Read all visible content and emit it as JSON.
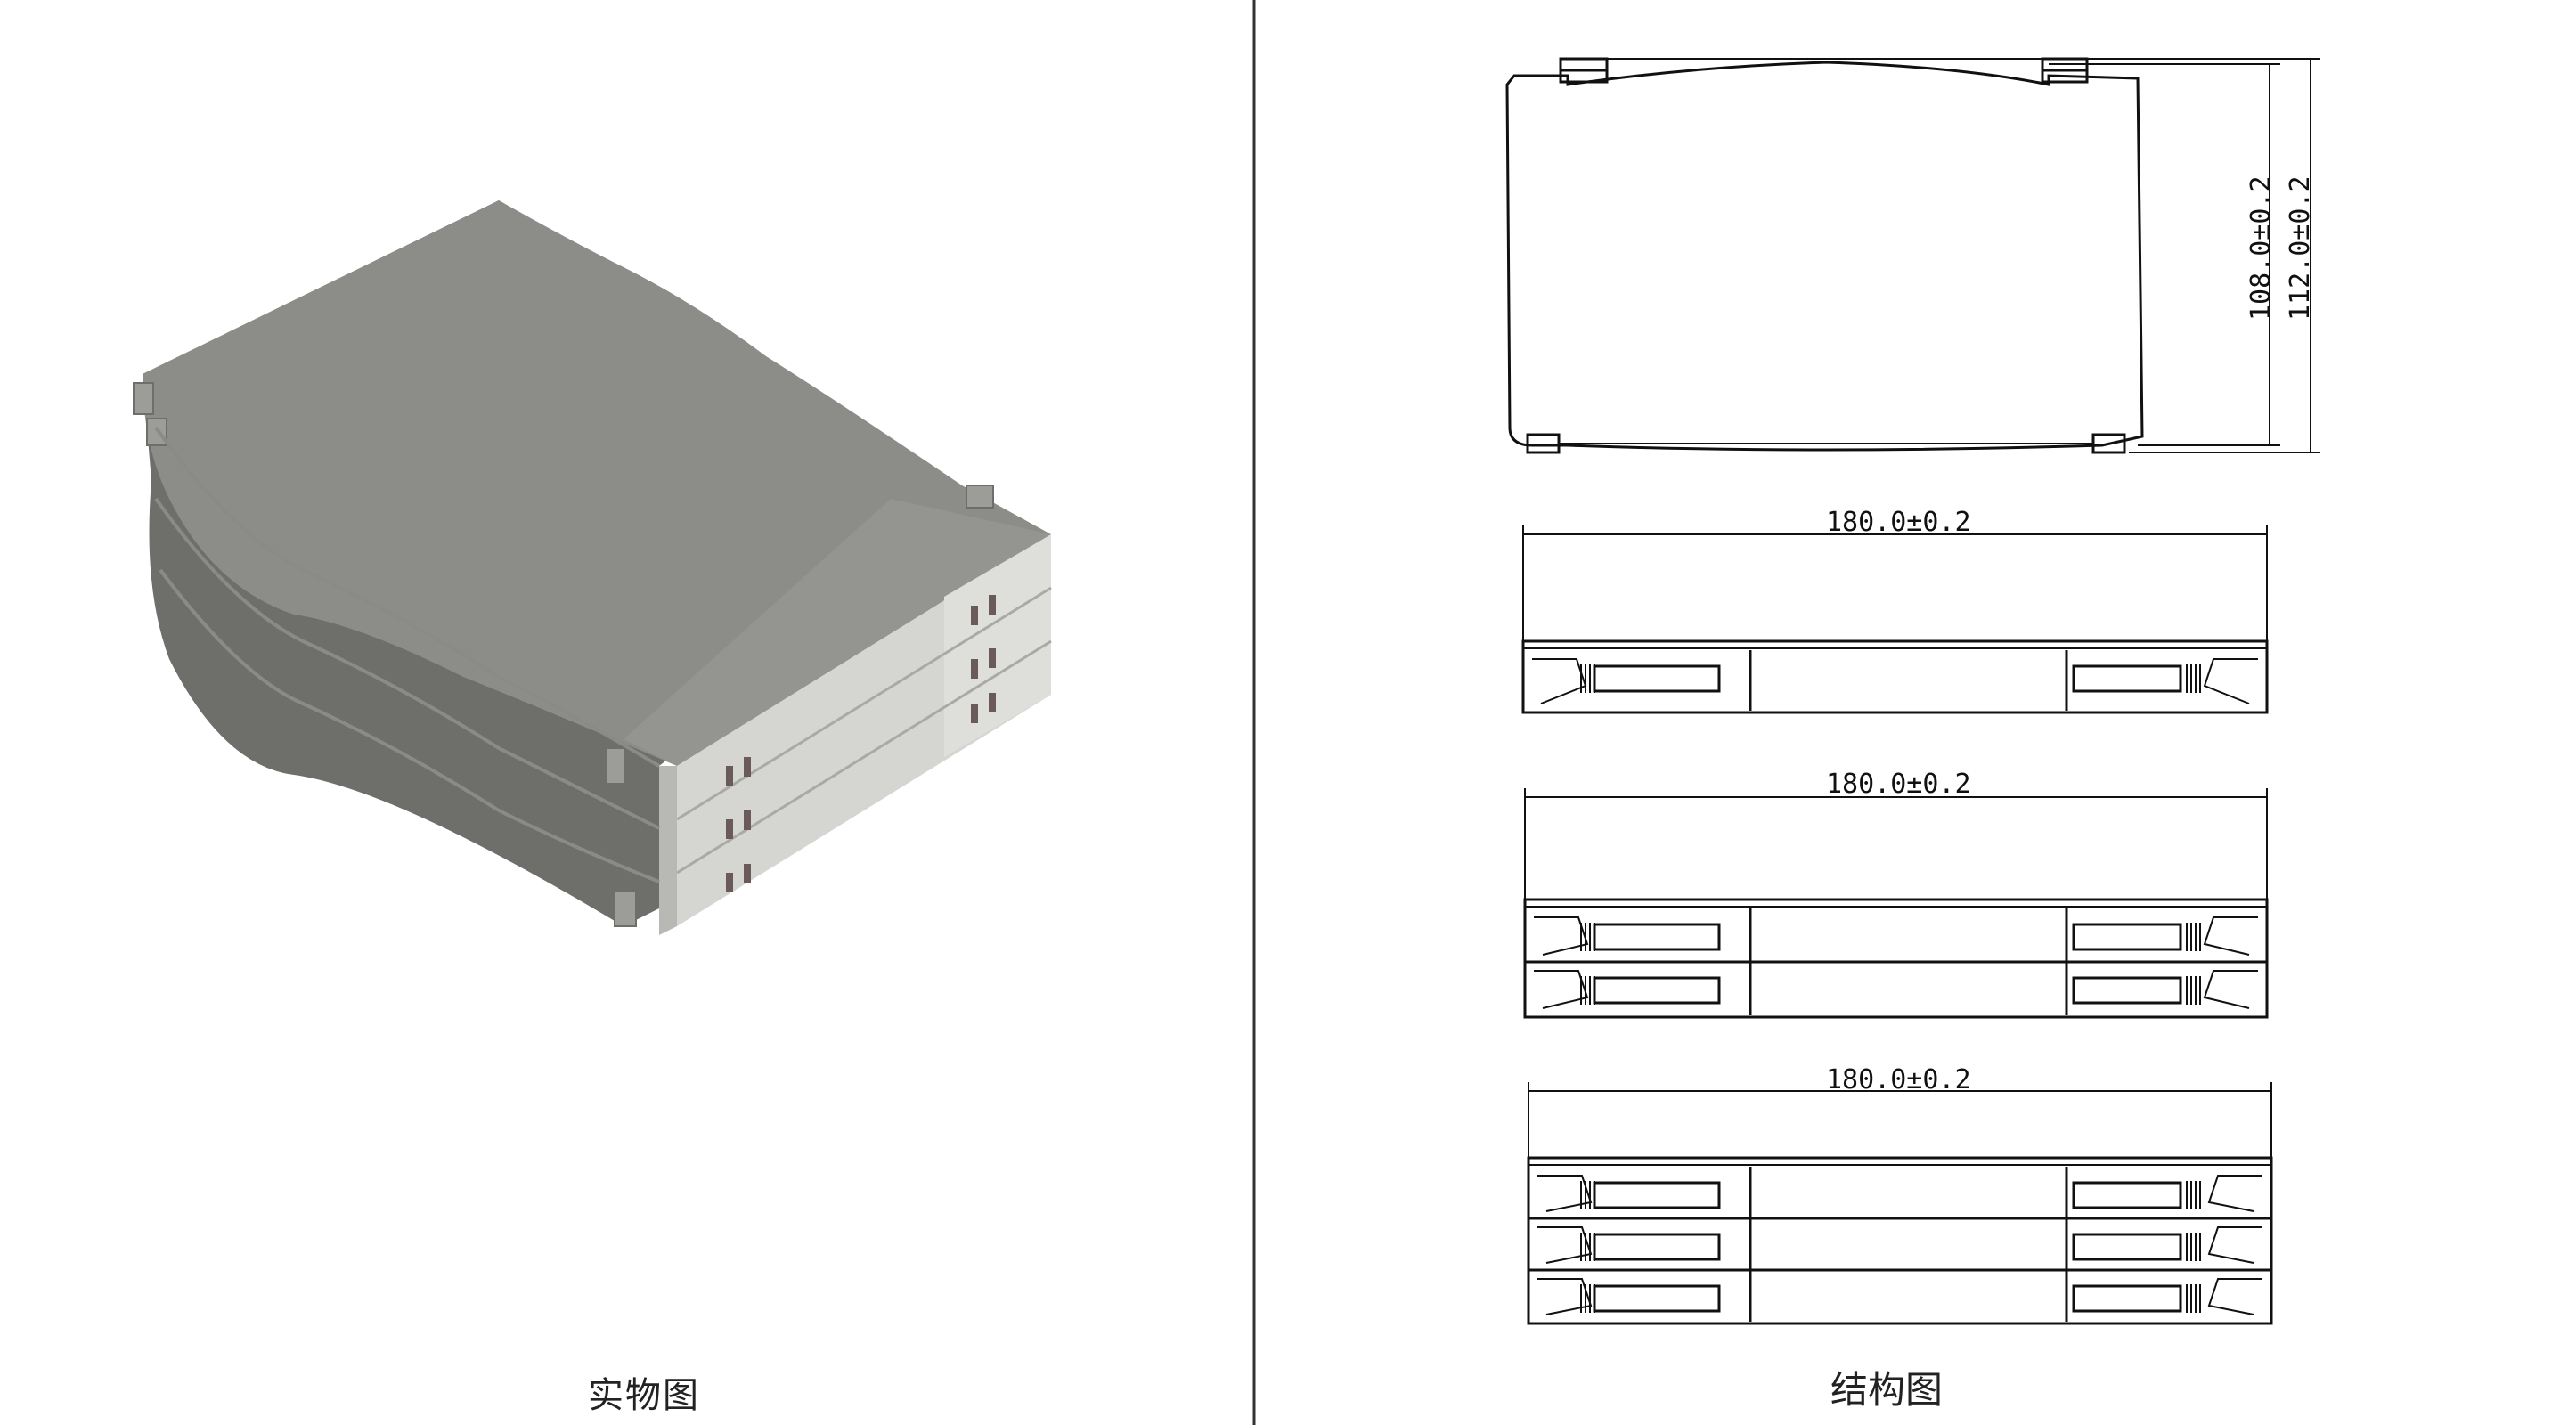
{
  "left_panel": {
    "caption": "实物图"
  },
  "right_panel": {
    "caption": "结构图",
    "top_view": {
      "height_dim_inner": "108.0±0.2",
      "height_dim_outer": "112.0±0.2"
    },
    "side_view_1": {
      "width_dim": "180.0±0.2",
      "layers": 1
    },
    "side_view_2": {
      "width_dim": "180.0±0.2",
      "layers": 2
    },
    "side_view_3": {
      "width_dim": "180.0±0.2",
      "layers": 3
    }
  },
  "colors": {
    "line": "#111111",
    "product_top": "#8a8a86",
    "product_front": "#cfcfcc",
    "product_side": "#6b6b68"
  }
}
